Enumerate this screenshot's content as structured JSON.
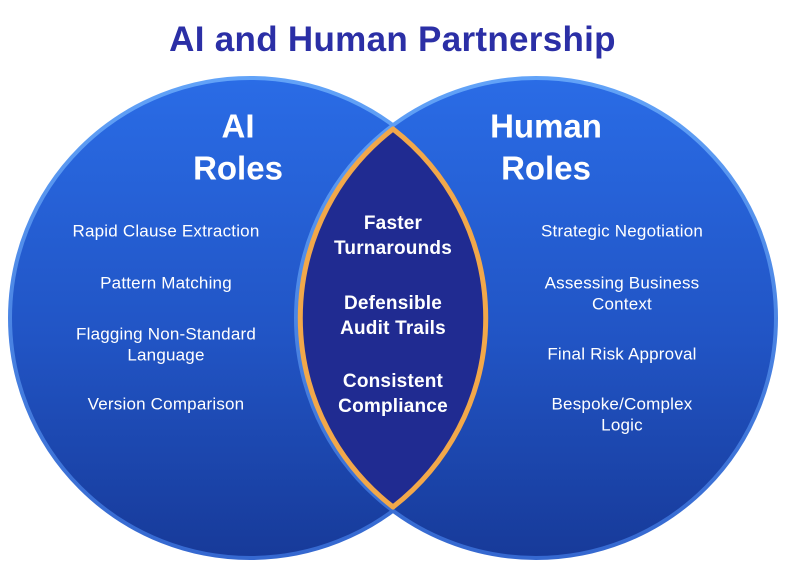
{
  "title": "AI and Human Partnership",
  "colors": {
    "title_text": "#2B2FA6",
    "circle_fill_top": "#2A6CE6",
    "circle_fill_mid": "#2154C4",
    "circle_fill_bottom": "#173A99",
    "circle_border_top": "#62A3F8",
    "circle_border_bottom": "#3568D0",
    "overlap_fill": "#202B91",
    "overlap_border": "#F2A84A",
    "item_text": "#FFFFFF"
  },
  "left_circle": {
    "heading": "AI\nRoles",
    "items": [
      "Rapid Clause Extraction",
      "Pattern Matching",
      "Flagging Non-Standard\nLanguage",
      "Version Comparison"
    ]
  },
  "overlap": {
    "items": [
      "Faster\nTurnarounds",
      "Defensible\nAudit Trails",
      "Consistent\nCompliance"
    ]
  },
  "right_circle": {
    "heading": "Human\nRoles",
    "items": [
      "Strategic Negotiation",
      "Assessing Business\nContext",
      "Final Risk Approval",
      "Bespoke/Complex\nLogic"
    ]
  }
}
